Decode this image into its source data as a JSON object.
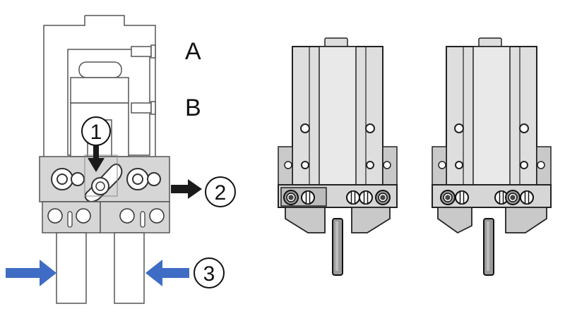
{
  "diagram": {
    "port_labels": {
      "a": "A",
      "b": "B"
    },
    "step_markers": [
      {
        "id": "step-1",
        "label": "1",
        "meaning": ""
      },
      {
        "id": "step-2",
        "label": "2"
      },
      {
        "id": "step-3",
        "label": "3"
      }
    ],
    "colors": {
      "outline": "#222222",
      "fill_light": "#dedede",
      "fill_mid": "#c9c9c9",
      "fill_dark": "#888888",
      "arrow_dark": "#1a1a1a",
      "arrow_blue": "#3f6cc4",
      "background": "#ffffff"
    },
    "figures": [
      {
        "id": "schematic-cutaway",
        "state": ""
      },
      {
        "id": "gripper-view-left",
        "state": ""
      },
      {
        "id": "gripper-view-right",
        "state": ""
      }
    ]
  }
}
